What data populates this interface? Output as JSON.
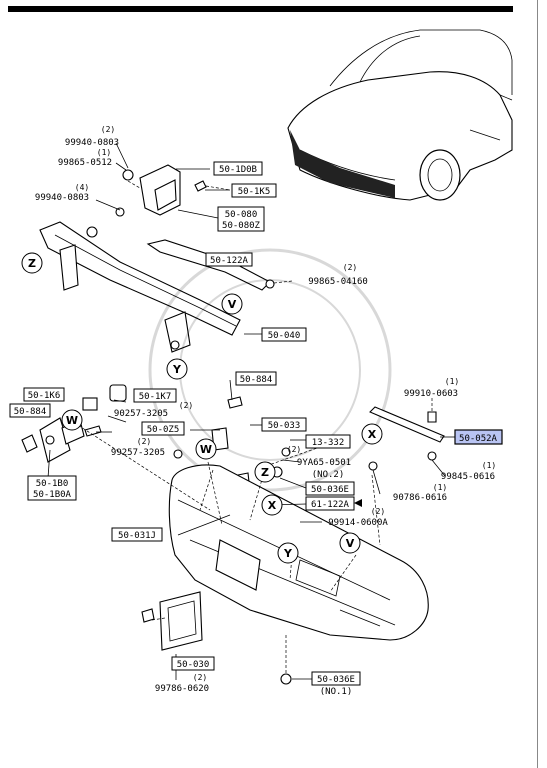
{
  "callouts": [
    {
      "id": "c-50-1d0b",
      "code": "50-1D0B",
      "highlight": false
    },
    {
      "id": "c-50-1k5",
      "code": "50-1K5",
      "highlight": false
    },
    {
      "id": "c-50-080",
      "code": "50-080",
      "highlight": false
    },
    {
      "id": "c-50-080z",
      "code": "50-080Z",
      "highlight": false
    },
    {
      "id": "c-50-122a",
      "code": "50-122A",
      "highlight": false
    },
    {
      "id": "c-50-040",
      "code": "50-040",
      "highlight": false
    },
    {
      "id": "c-50-1k6",
      "code": "50-1K6",
      "highlight": false
    },
    {
      "id": "c-50-1k7",
      "code": "50-1K7",
      "highlight": false
    },
    {
      "id": "c-50-884-left",
      "code": "50-884",
      "highlight": false
    },
    {
      "id": "c-50-884-mid",
      "code": "50-884",
      "highlight": false
    },
    {
      "id": "c-50-0z5",
      "code": "50-0Z5",
      "highlight": false
    },
    {
      "id": "c-50-033",
      "code": "50-033",
      "highlight": false
    },
    {
      "id": "c-13-332",
      "code": "13-332",
      "highlight": false
    },
    {
      "id": "c-50-052a",
      "code": "50-052A",
      "highlight": true
    },
    {
      "id": "c-50-1b0",
      "code": "50-1B0",
      "highlight": false
    },
    {
      "id": "c-50-1b0a",
      "code": "50-1B0A",
      "highlight": false
    },
    {
      "id": "c-50-036e-top",
      "code": "50-036E",
      "highlight": false
    },
    {
      "id": "c-61-122a",
      "code": "61-122A",
      "highlight": false
    },
    {
      "id": "c-50-031j",
      "code": "50-031J",
      "highlight": false
    },
    {
      "id": "c-50-030",
      "code": "50-030",
      "highlight": false
    },
    {
      "id": "c-50-036e-bottom",
      "code": "50-036E",
      "highlight": false
    }
  ],
  "parts": [
    {
      "id": "p1",
      "qty": "(2)",
      "number": "99940-0803"
    },
    {
      "id": "p2",
      "qty": "(1)",
      "number": "99865-0512"
    },
    {
      "id": "p3",
      "qty": "(4)",
      "number": "99940-0803"
    },
    {
      "id": "p4",
      "qty": "(2)",
      "number": "99865-04160"
    },
    {
      "id": "p5",
      "qty": "(1)",
      "number": "99910-0603"
    },
    {
      "id": "p6",
      "qty": "(2)",
      "number": "90257-3205"
    },
    {
      "id": "p7",
      "qty": "(2)",
      "number": "99257-3205"
    },
    {
      "id": "p8",
      "qty": "(2)",
      "number": "9YA65-0501"
    },
    {
      "id": "p9",
      "qty": "(1)",
      "number": "99845-0616"
    },
    {
      "id": "p10",
      "qty": "(1)",
      "number": "90786-0616"
    },
    {
      "id": "p11",
      "qty": "(2)",
      "number": "99914-0600A"
    },
    {
      "id": "p12",
      "qty": "(2)",
      "number": "99786-0620"
    }
  ],
  "notes": {
    "no2": "(NO.2)",
    "no1": "(NO.1)"
  },
  "reference_markers": [
    "Z",
    "V",
    "Y",
    "W",
    "X",
    "Z",
    "Y",
    "V",
    "X",
    "W"
  ]
}
